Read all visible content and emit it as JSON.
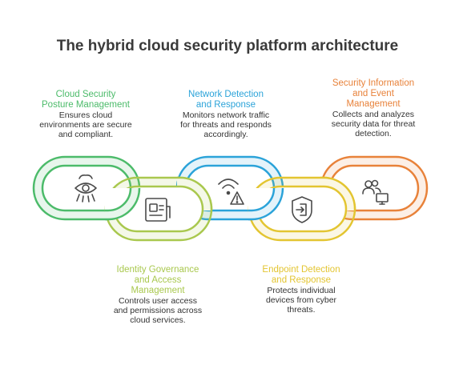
{
  "title": "The hybrid cloud security platform architecture",
  "colors": {
    "green": "#4cbb6a",
    "lime": "#a9c84e",
    "blue": "#2ba3d9",
    "yellow": "#e3c531",
    "orange": "#e8823a",
    "icon": "#4a4a4a"
  },
  "components": [
    {
      "title": "Cloud Security Posture Management",
      "title_lines": [
        "Cloud Security",
        "Posture Management"
      ],
      "desc_lines": [
        "Ensures cloud",
        "environments are secure",
        "and compliant."
      ],
      "color": "#4cbb6a",
      "icon": "eye-cloud-icon"
    },
    {
      "title": "Identity Governance and Access Management",
      "title_lines": [
        "Identity Governance",
        "and Access",
        "Management"
      ],
      "desc_lines": [
        "Controls user access",
        "and permissions across",
        "cloud services."
      ],
      "color": "#a9c84e",
      "icon": "id-card-icon"
    },
    {
      "title": "Network Detection and Response",
      "title_lines": [
        "Network Detection",
        "and Response"
      ],
      "desc_lines": [
        "Monitors network traffic",
        "for threats and responds",
        "accordingly."
      ],
      "color": "#2ba3d9",
      "icon": "wifi-warning-icon"
    },
    {
      "title": "Endpoint Detection and Response",
      "title_lines": [
        "Endpoint Detection",
        "and Response"
      ],
      "desc_lines": [
        "Protects individual",
        "devices from cyber",
        "threats."
      ],
      "color": "#e3c531",
      "icon": "shield-enter-icon"
    },
    {
      "title": "Security Information and Event Management",
      "title_lines": [
        "Security Information",
        "and Event",
        "Management"
      ],
      "desc_lines": [
        "Collects and analyzes",
        "security data for threat",
        "detection."
      ],
      "color": "#e8823a",
      "icon": "users-monitor-icon"
    }
  ]
}
